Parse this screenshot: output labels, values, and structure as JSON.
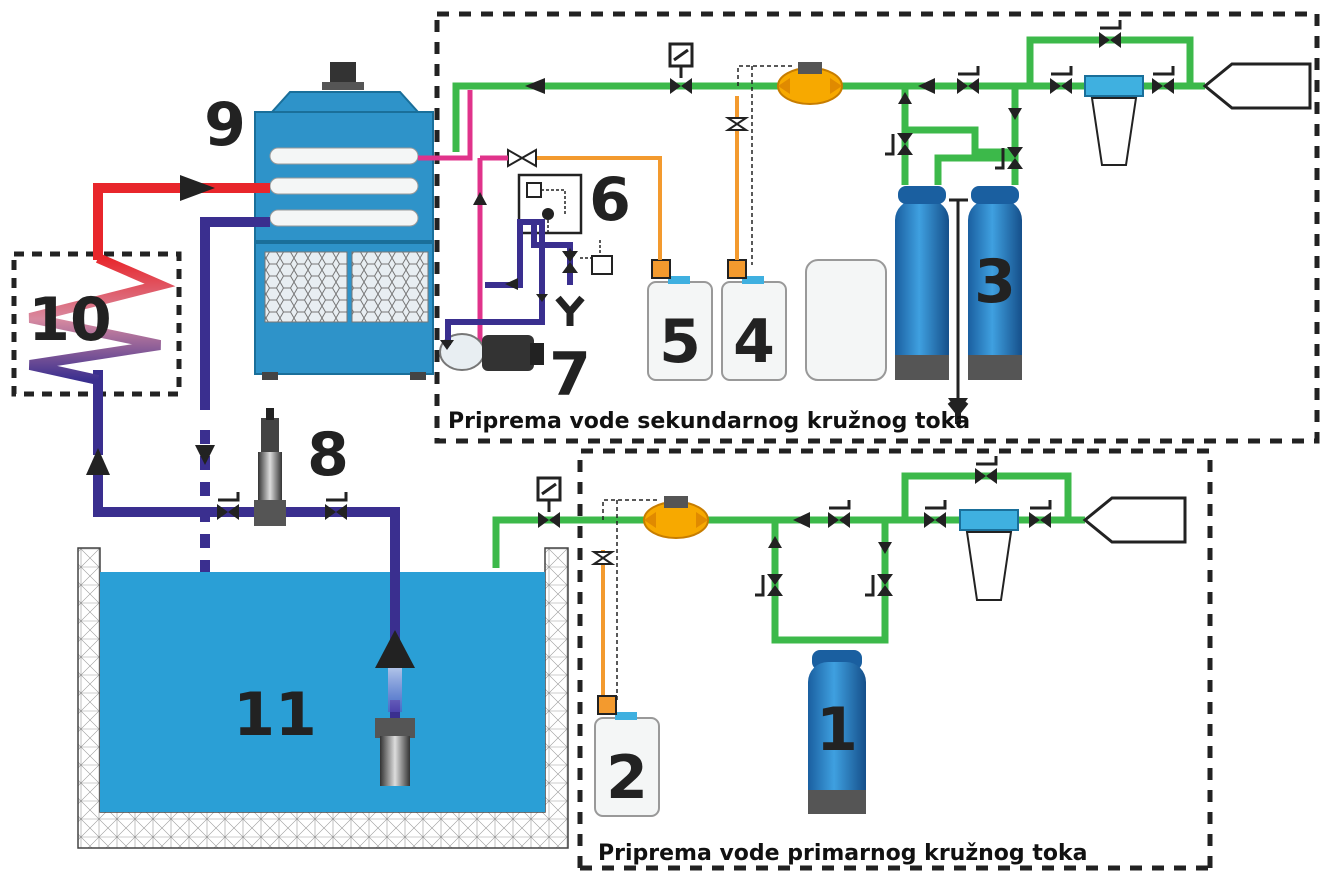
{
  "labels": {
    "n1": "1",
    "n2": "2",
    "n3": "3",
    "n4": "4",
    "n5": "5",
    "n6": "6",
    "n7": "7",
    "n8": "8",
    "n9": "9",
    "n10": "10",
    "n11": "11"
  },
  "sections": {
    "secondary_caption": "Priprema vode sekundarnog kružnog  toka",
    "primary_caption": "Priprema vode primarnog kružnog toka"
  },
  "colors": {
    "green_pipe": "#3cb94a",
    "blue_pipe": "#3a2f8f",
    "red_pipe": "#e8262b",
    "magenta_pipe": "#e0338b",
    "orange_line": "#f39a2e",
    "tank_blue": "#2a9fd6",
    "vessel_blue": "#1f7fc0",
    "flowmeter_orange": "#f7a900",
    "filter_blue": "#3fb0e0"
  }
}
